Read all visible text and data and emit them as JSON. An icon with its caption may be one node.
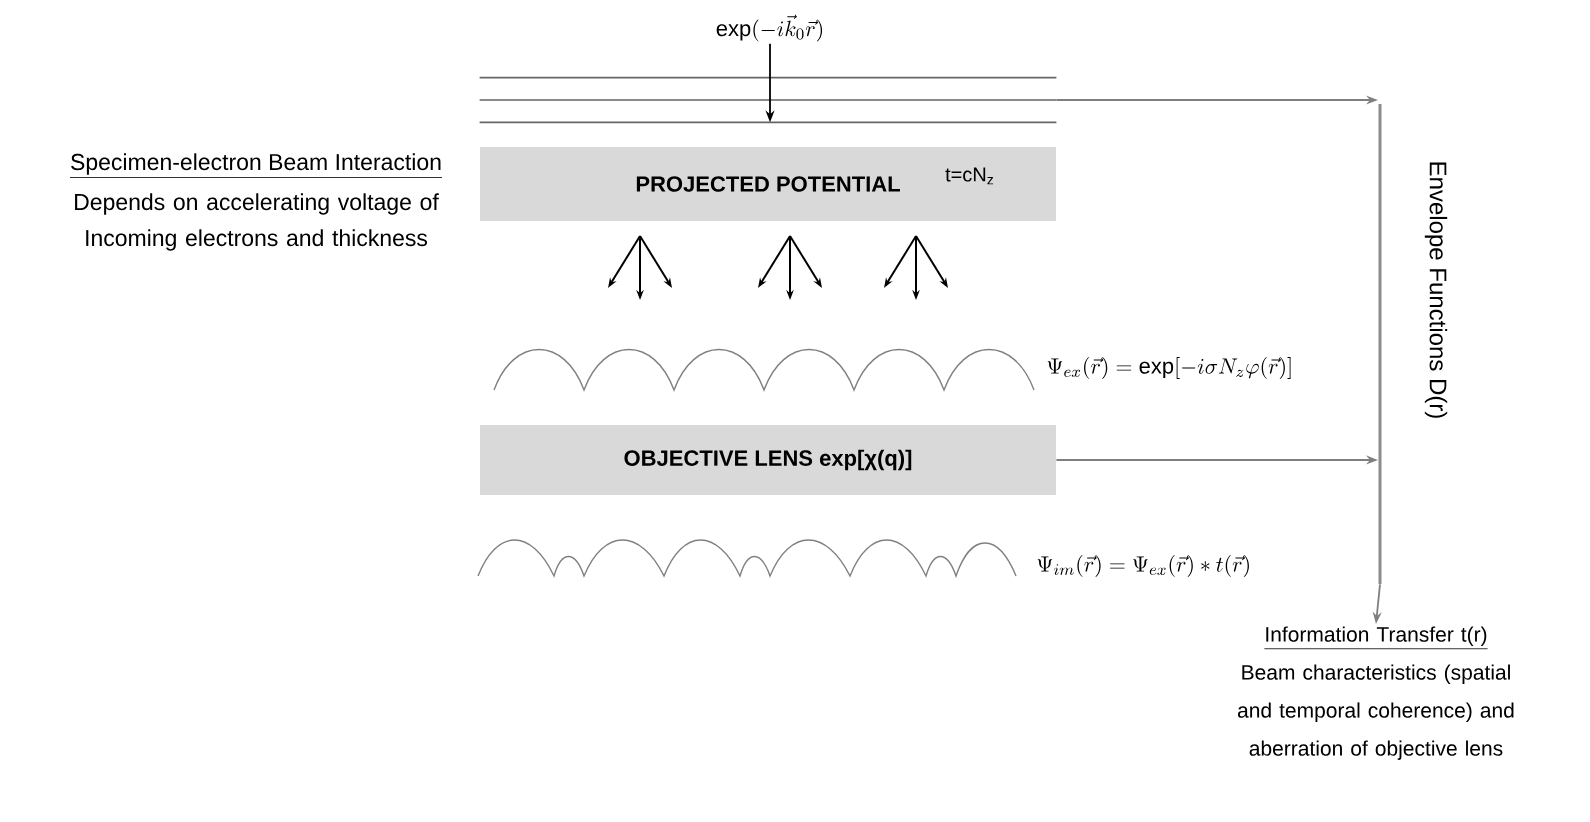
{
  "diagram": {
    "nodes": [
      {
        "text": [
          "\\exp(-i\\vec{k}_0\\vec{r})"
        ]
      },
      {
        "text": [],
        "shape": "lines"
      },
      {
        "text": [
          "PROJECTED POTENTIAL",
          "t=cN$_{z}$"
        ]
      },
      {
        "text": [
          "OBJECTIVE LENS exp[χ(q)]"
        ]
      },
      {
        "text": [],
        "shape": "line",
        "beside": [
          "Envelope Functions D(r)"
        ]
      },
      {
        "text": [
          "Information Transfer t(r)",
          "Beam characteristics (spatial and temporal coherence) and aberration of objective lens"
        ]
      }
    ],
    "edges": [
      {
        "from": 0,
        "to": 1,
        "arrow": "to",
        "color": "#000000"
      },
      {
        "from": 1,
        "to": 4,
        "arrow": "to"
      },
      {
        "from": 3,
        "to": 4,
        "arrow": "to"
      },
      {
        "from": 4,
        "to": 5,
        "arrow": "to"
      }
    ],
    "labels": [
      "Specimen-electron Beam Interaction",
      "Depends on accelerating voltage of Incoming electrons and thickness",
      "\\Psi_{ex}(\\vec{r}) = \\exp[-i\\sigma N_z\\varphi(\\vec{r})]",
      "\\Psi_{im}(\\vec{r}) = \\Psi_{ex}(\\vec{r}) * t(\\vec{r})"
    ]
  }
}
